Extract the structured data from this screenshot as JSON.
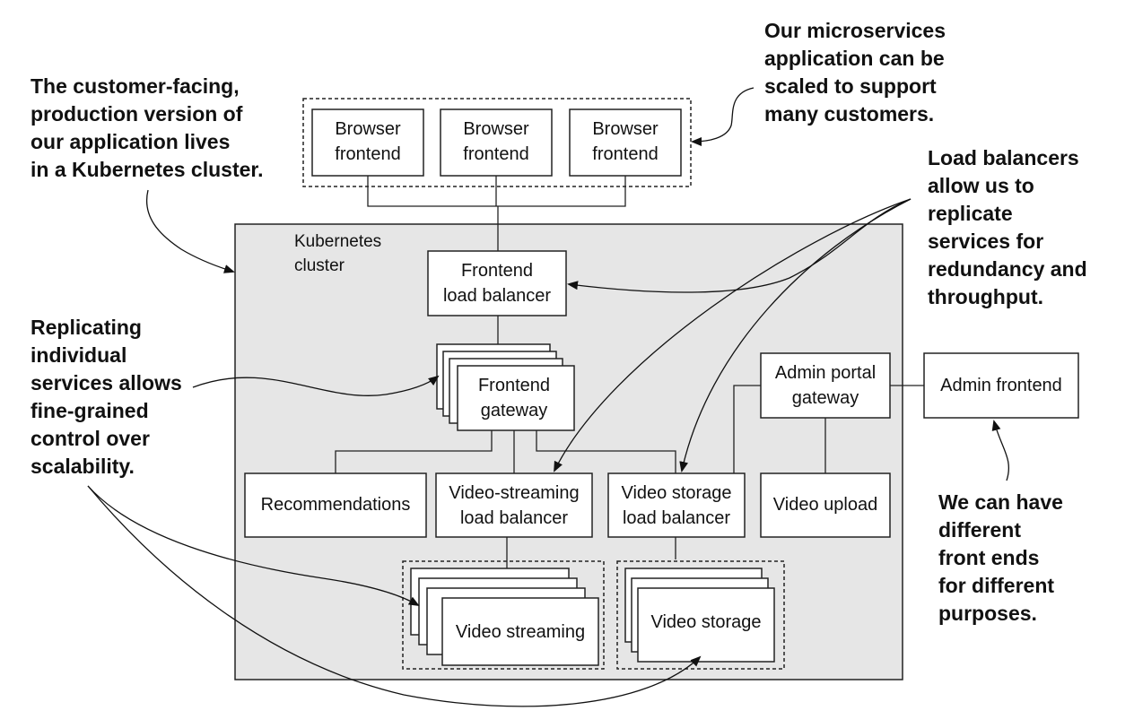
{
  "cluster": {
    "label_lines": [
      "Kubernetes",
      "cluster"
    ]
  },
  "browser_frontends": [
    {
      "lines": [
        "Browser",
        "frontend"
      ]
    },
    {
      "lines": [
        "Browser",
        "frontend"
      ]
    },
    {
      "lines": [
        "Browser",
        "frontend"
      ]
    }
  ],
  "services": {
    "frontend_lb": {
      "lines": [
        "Frontend",
        "load balancer"
      ]
    },
    "frontend_gateway": {
      "lines": [
        "Frontend",
        "gateway"
      ]
    },
    "admin_gateway": {
      "lines": [
        "Admin portal",
        "gateway"
      ]
    },
    "admin_frontend": {
      "lines": [
        "Admin frontend"
      ]
    },
    "recommendations": {
      "lines": [
        "Recommendations"
      ]
    },
    "video_streaming_lb": {
      "lines": [
        "Video-streaming",
        "load balancer"
      ]
    },
    "video_storage_lb": {
      "lines": [
        "Video storage",
        "load balancer"
      ]
    },
    "video_upload": {
      "lines": [
        "Video upload"
      ]
    },
    "video_streaming": {
      "lines": [
        "Video streaming"
      ]
    },
    "video_storage": {
      "lines": [
        "Video storage"
      ]
    }
  },
  "annotations": {
    "customer_facing": [
      "The customer-facing,",
      "production version of",
      "our application lives",
      "in a Kubernetes cluster."
    ],
    "microservices_scaled": [
      "Our microservices",
      "application can be",
      "scaled to support",
      "many customers."
    ],
    "load_balancers": [
      "Load balancers",
      "allow us to",
      "replicate",
      "services for",
      "redundancy and",
      "throughput."
    ],
    "replicating": [
      "Replicating",
      "individual",
      "services allows",
      "fine-grained",
      "control over",
      "scalability."
    ],
    "different_front_ends": [
      "We can have",
      "different",
      "front ends",
      "for different",
      "purposes."
    ]
  },
  "colors": {
    "cluster_fill": "#e6e6e6",
    "box_fill": "#ffffff",
    "stroke": "#222222"
  }
}
